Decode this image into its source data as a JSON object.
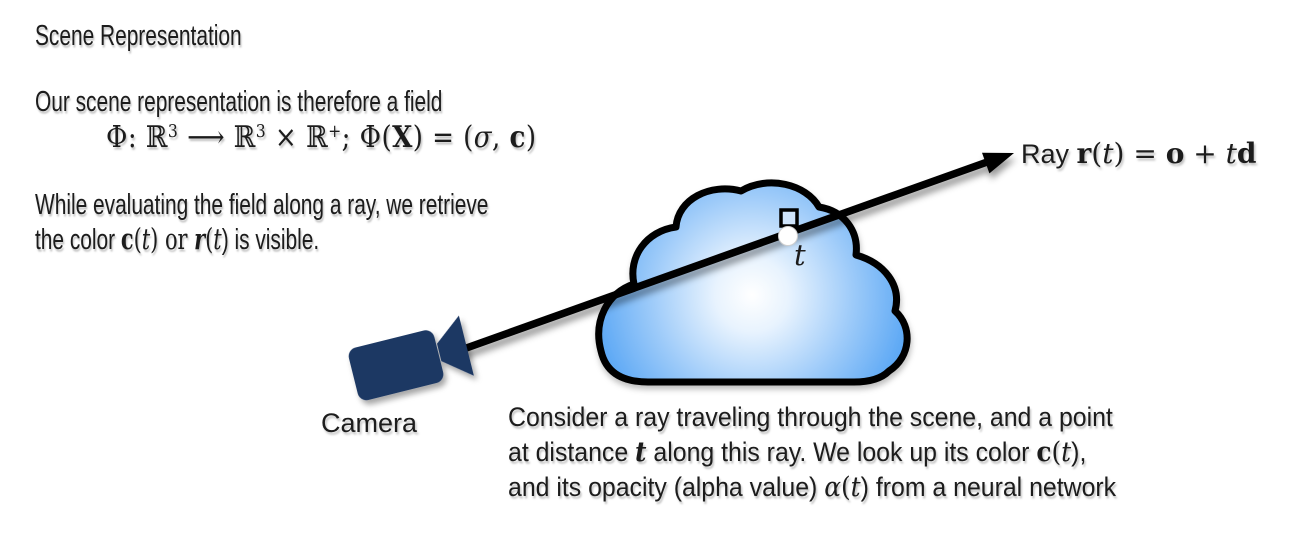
{
  "slide": {
    "title": "Scene Representation",
    "intro_line": "Our scene representation is therefore a field",
    "formula": {
      "phi_prefix": "Φ: ",
      "r1": "ℝ",
      "r1_sup": "3",
      "arrow": " ⟶ ",
      "r2": "ℝ",
      "r2_sup": "3",
      "times": " × ",
      "r3": "ℝ",
      "r3_sup": "+",
      "mid": "; Φ(",
      "x": "X",
      "eq": ") = (",
      "sigma": "σ",
      "comma": ", ",
      "c": "c",
      "close": ")"
    },
    "while_line1": "While evaluating the field along a ray, we retrieve",
    "while_line2": {
      "pre": "the color ",
      "c": "c",
      "p1": "(",
      "t1": "t",
      "p2": ") or ",
      "r": "r",
      "p3": "(",
      "t2": "t",
      "p4": ") is visible."
    },
    "ray_label": {
      "prefix": "Ray ",
      "r": "r",
      "p1": "(",
      "t1": "t",
      "p2": ") = ",
      "o": "o",
      "plus": " + ",
      "t2": "t",
      "d": "d"
    },
    "sample_point_label": "t",
    "camera_label": "Camera",
    "caption": {
      "line1": "Consider a ray traveling through the scene, and a point",
      "line2": {
        "pre": "at distance ",
        "t1": "t",
        "mid": " along this ray. We look up its color ",
        "c": "c",
        "p1": "(",
        "t2": "t",
        "post": "),"
      },
      "line3": {
        "pre": "and its opacity (alpha value) ",
        "alpha": "α",
        "p1": "(",
        "t1": "t",
        "post": ") from a neural network"
      }
    },
    "colors": {
      "text": "#1c1c1c",
      "camera_fill": "#1f3864",
      "cloud_edge_blue": "#4d9cf2",
      "cloud_mid_blue": "#9ccaf9",
      "cloud_center": "#ffffff",
      "ray_black": "#000000",
      "marker_square_fill": "#cfe4fb",
      "marker_circle_fill": "#ffffff"
    }
  }
}
